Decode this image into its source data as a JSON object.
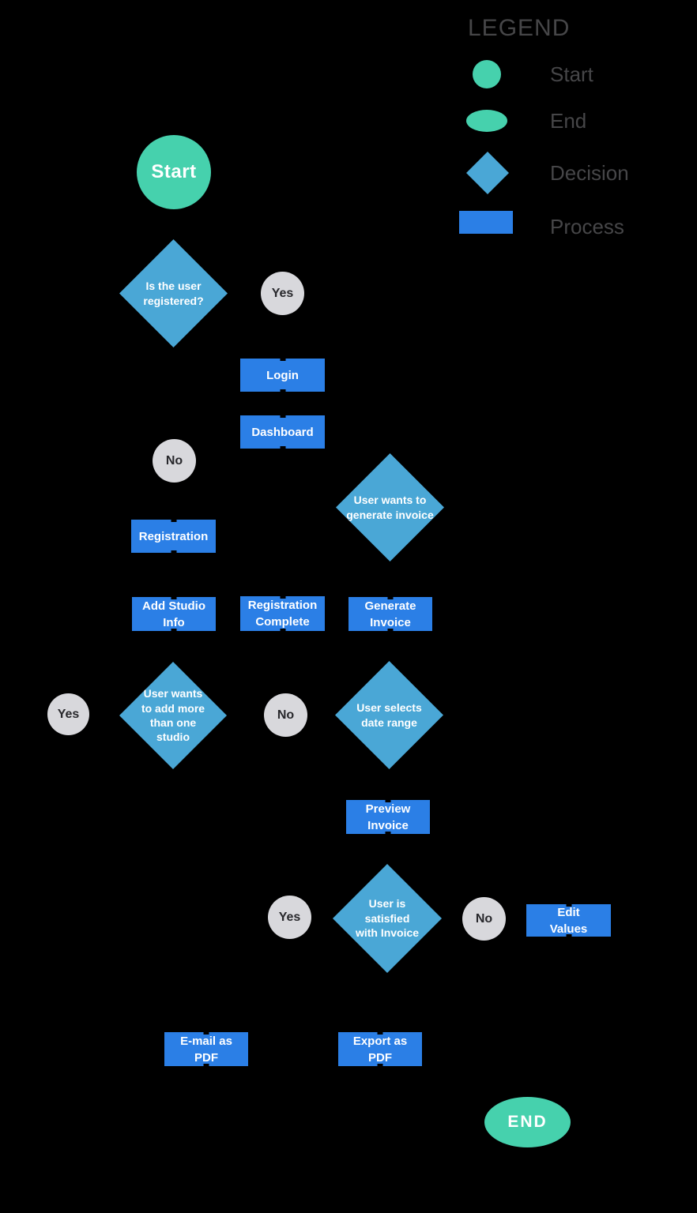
{
  "colors": {
    "background": "#000000",
    "terminal": "#46d1ad",
    "decision": "#4aa7d6",
    "process": "#2b7fe6",
    "badge": "#d8d8dc",
    "badge_text": "#28282c",
    "legend_text": "#464648",
    "node_text": "#ffffff"
  },
  "legend": {
    "title": "LEGEND",
    "items": [
      {
        "shape": "start-circle",
        "label": "Start"
      },
      {
        "shape": "end-ellipse",
        "label": "End"
      },
      {
        "shape": "decision-diamond",
        "label": "Decision"
      },
      {
        "shape": "process-rectangle",
        "label": "Process"
      }
    ]
  },
  "nodes": {
    "start": "Start",
    "is_registered": "Is the user\nregistered?",
    "yes_registered": "Yes",
    "login": "Login",
    "dashboard": "Dashboard",
    "no_registered": "No",
    "registration": "Registration",
    "wants_invoice": "User wants to\ngenerate invoice",
    "add_studio_info": "Add Studio\nInfo",
    "registration_complete": "Registration\nComplete",
    "generate_invoice": "Generate\nInvoice",
    "add_more_studio": "User wants\nto add more\nthan one\nstudio",
    "yes_add_more": "Yes",
    "no_add_more": "No",
    "select_date_range": "User selects\ndate range",
    "preview_invoice": "Preview\nInvoice",
    "satisfied_invoice": "User is\nsatisfied\nwith Invoice",
    "yes_satisfied": "Yes",
    "no_satisfied": "No",
    "edit_values": "Edit\nValues",
    "email_pdf": "E-mail as\nPDF",
    "export_pdf": "Export as\nPDF",
    "end": "END"
  }
}
